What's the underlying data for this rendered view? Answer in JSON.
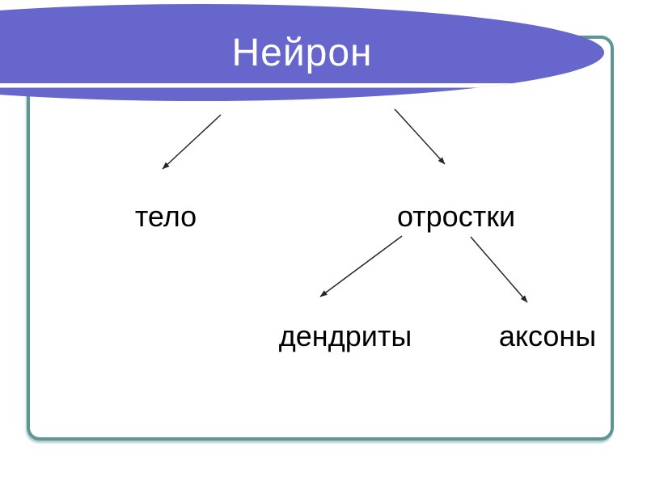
{
  "slide": {
    "title": "Нейрон"
  },
  "diagram": {
    "nodes": [
      {
        "label": "тело"
      },
      {
        "label": "отростки"
      },
      {
        "label": "дендриты"
      },
      {
        "label": "аксоны"
      }
    ],
    "edges": [
      {
        "from": "Нейрон",
        "to": "тело"
      },
      {
        "from": "Нейрон",
        "to": "отростки"
      },
      {
        "from": "отростки",
        "to": "дендриты"
      },
      {
        "from": "отростки",
        "to": "аксоны"
      }
    ]
  },
  "colors": {
    "banner_fill": "#6666cc",
    "banner_divider": "#ffffff",
    "title_text": "#ffffff",
    "frame_border": "#5e9595",
    "arrow": "#262626",
    "label_text": "#000000"
  }
}
